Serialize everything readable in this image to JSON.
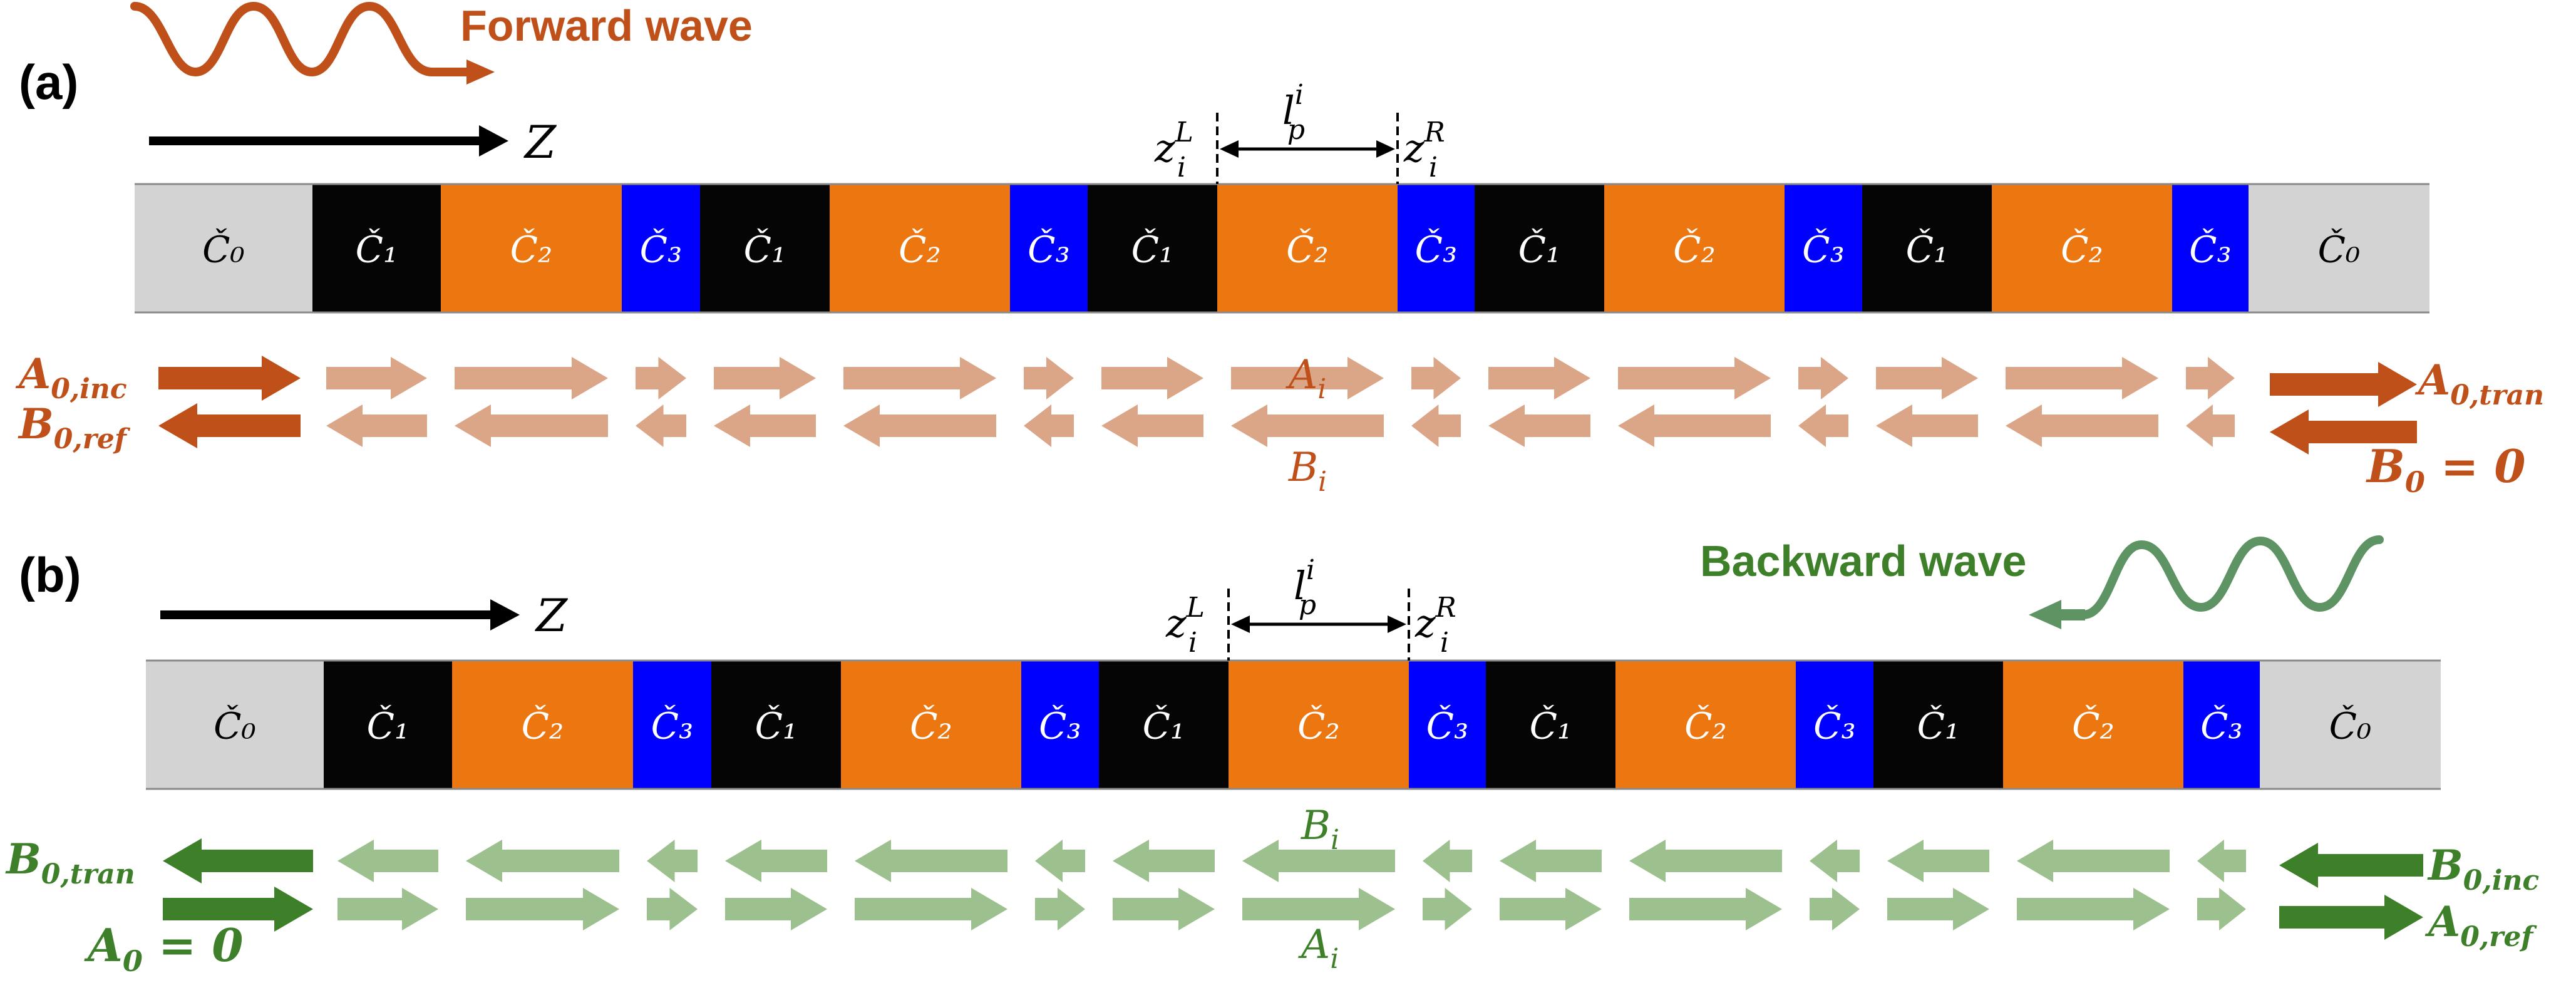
{
  "colors": {
    "c0": "#d3d3d3",
    "c1": "#050505",
    "c2": "#ec7710",
    "c3": "#0000fe",
    "forward_dark": "#c0501a",
    "forward_pale": "#dba588",
    "backward_dark": "#3e7f2a",
    "backward_pale": "#9dc08f",
    "backward_wave": "#5e9463",
    "text_dark": "#000000"
  },
  "panel_a": {
    "label": "(a)",
    "wave_label": "Forward wave",
    "axis_label": "Z",
    "layers": [
      "C0",
      "C1",
      "C2",
      "C3",
      "C1",
      "C2",
      "C3",
      "C1",
      "C2",
      "C3",
      "C1",
      "C2",
      "C3",
      "C1",
      "C2",
      "C3",
      "C0"
    ],
    "layer_text": [
      "Č₀",
      "Č₁",
      "Č₂",
      "Č₃",
      "Č₁",
      "Č₂",
      "Č₃",
      "Č₁",
      "Č₂",
      "Č₃",
      "Č₁",
      "Č₂",
      "Č₃",
      "Č₁",
      "Č₂",
      "Č₃",
      "Č₀"
    ],
    "annotation": {
      "zl": "z",
      "zl_sub": "i",
      "zl_sup": "L",
      "zr": "z",
      "zr_sub": "i",
      "zr_sup": "R",
      "lp": "l",
      "lp_sub": "p",
      "lp_sup": "i"
    },
    "mid_top_label": {
      "main": "A",
      "sub": "i"
    },
    "mid_bottom_label": {
      "main": "B",
      "sub": "i"
    },
    "left_top_label": {
      "main": "A",
      "sub": "0,inc"
    },
    "left_bottom_label": {
      "main": "B",
      "sub": "0,ref"
    },
    "right_top_label": {
      "main": "A",
      "sub": "0,tran"
    },
    "right_bottom_label": {
      "main": "B",
      "sub": "0",
      "rest": " = 0"
    }
  },
  "panel_b": {
    "label": "(b)",
    "wave_label": "Backward wave",
    "axis_label": "Z",
    "layers": [
      "C0",
      "C1",
      "C2",
      "C3",
      "C1",
      "C2",
      "C3",
      "C1",
      "C2",
      "C3",
      "C1",
      "C2",
      "C3",
      "C1",
      "C2",
      "C3",
      "C0"
    ],
    "layer_text": [
      "Č₀",
      "Č₁",
      "Č₂",
      "Č₃",
      "Č₁",
      "Č₂",
      "Č₃",
      "Č₁",
      "Č₂",
      "Č₃",
      "Č₁",
      "Č₂",
      "Č₃",
      "Č₁",
      "Č₂",
      "Č₃",
      "Č₀"
    ],
    "annotation": {
      "zl": "z",
      "zl_sub": "i",
      "zl_sup": "L",
      "zr": "z",
      "zr_sub": "i",
      "zr_sup": "R",
      "lp": "l",
      "lp_sub": "p",
      "lp_sup": "i"
    },
    "mid_top_label": {
      "main": "B",
      "sub": "i"
    },
    "mid_bottom_label": {
      "main": "A",
      "sub": "i"
    },
    "left_top_label": {
      "main": "B",
      "sub": "0,tran"
    },
    "left_bottom_label": {
      "main": "A",
      "sub": "0",
      "rest": " = 0"
    },
    "right_top_label": {
      "main": "B",
      "sub": "0,inc"
    },
    "right_bottom_label": {
      "main": "A",
      "sub": "0,ref"
    }
  }
}
